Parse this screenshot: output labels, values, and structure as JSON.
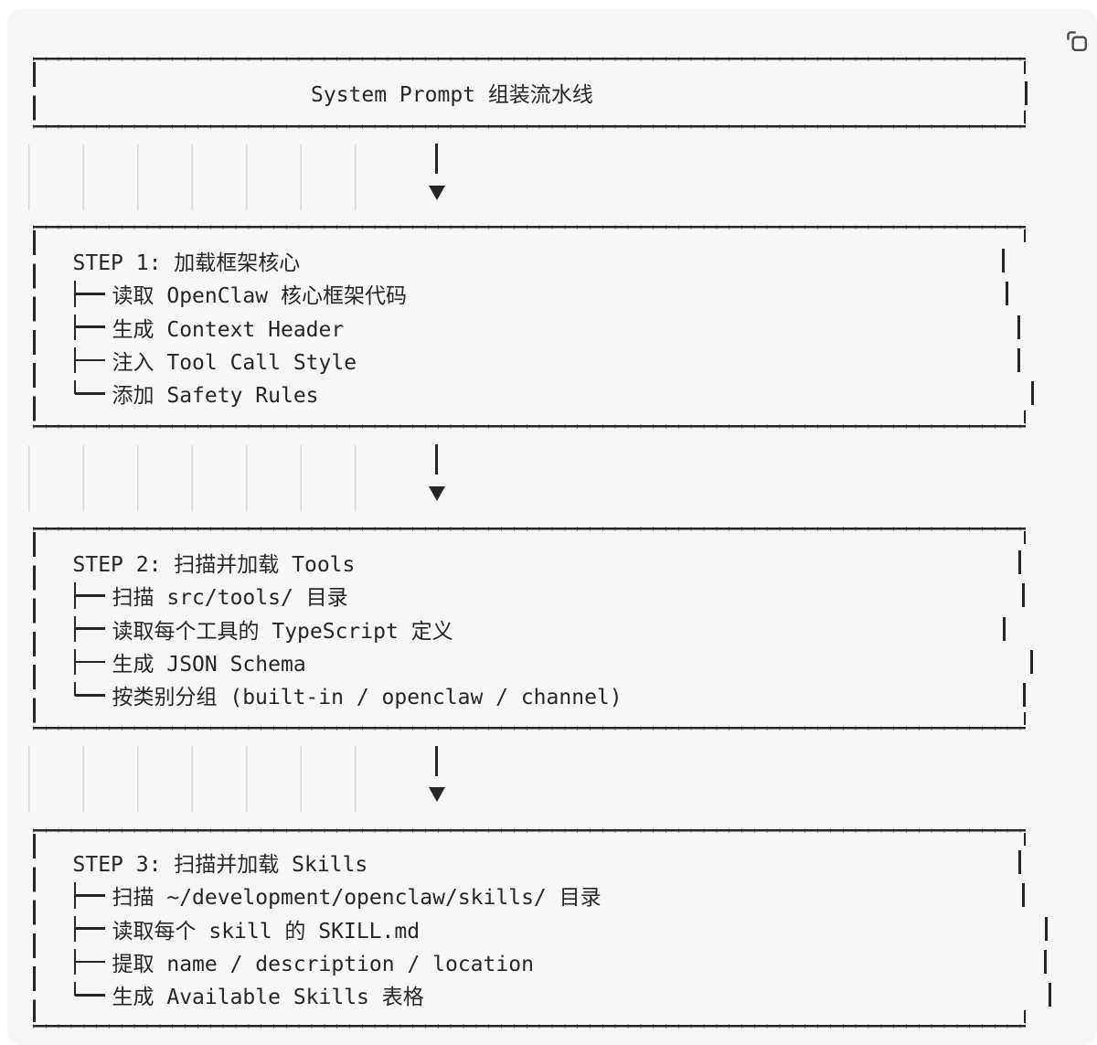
{
  "page": {
    "background": "#ffffff",
    "panel_background": "#f7f7f8",
    "stroke_color": "#262626",
    "guide_color": "#d9d9d9"
  },
  "toolbar": {
    "copy_icon": "copy-icon"
  },
  "icons": {
    "arrow_down": "▼",
    "tree_branch": "├──",
    "tree_branch_last": "└──"
  },
  "diagram": {
    "title_box": {
      "title": "System Prompt 组装流水线"
    },
    "steps": [
      {
        "title": "STEP 1: 加载框架核心",
        "items": [
          "读取 OpenClaw 核心框架代码",
          "生成 Context Header",
          "注入 Tool Call Style",
          "添加 Safety Rules"
        ]
      },
      {
        "title": "STEP 2: 扫描并加载 Tools",
        "items": [
          "扫描 src/tools/ 目录",
          "读取每个工具的 TypeScript 定义",
          "生成 JSON Schema",
          "按类别分组 (built-in / openclaw / channel)"
        ]
      },
      {
        "title": "STEP 3: 扫描并加载 Skills",
        "items": [
          "扫描 ~/development/openclaw/skills/ 目录",
          "读取每个 skill 的 SKILL.md",
          "提取 name / description / location",
          "生成 Available Skills 表格"
        ]
      }
    ]
  }
}
